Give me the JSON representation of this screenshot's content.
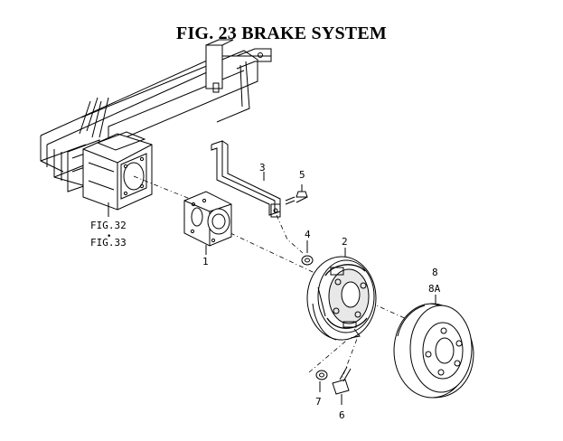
{
  "title": "FIG. 23  BRAKE SYSTEM",
  "callouts": [
    {
      "id": "1",
      "text": "1"
    },
    {
      "id": "2",
      "text": "2"
    },
    {
      "id": "3",
      "text": "3"
    },
    {
      "id": "4",
      "text": "4"
    },
    {
      "id": "5",
      "text": "5"
    },
    {
      "id": "6",
      "text": "6"
    },
    {
      "id": "7",
      "text": "7"
    },
    {
      "id": "8",
      "text": "8"
    },
    {
      "id": "8A",
      "text": "8A"
    }
  ],
  "references": {
    "fig32": "FIG.32",
    "fig33": "FIG.33"
  }
}
